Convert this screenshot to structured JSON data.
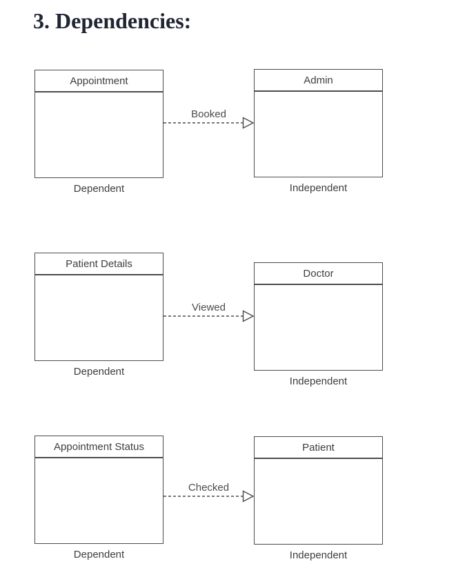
{
  "page": {
    "title": "3. Dependencies:"
  },
  "diagram": {
    "rows": [
      {
        "left": {
          "title": "Appointment",
          "role": "Dependent"
        },
        "arrow": {
          "label": "Booked",
          "style": "dashed-open-triangle",
          "direction": "left-to-right"
        },
        "right": {
          "title": "Admin",
          "role": "Independent"
        }
      },
      {
        "left": {
          "title": "Patient Details",
          "role": "Dependent"
        },
        "arrow": {
          "label": "Viewed",
          "style": "dashed-open-triangle",
          "direction": "left-to-right"
        },
        "right": {
          "title": "Doctor",
          "role": "Independent"
        }
      },
      {
        "left": {
          "title": "Appointment Status",
          "role": "Dependent"
        },
        "arrow": {
          "label": "Checked",
          "style": "dashed-open-triangle",
          "direction": "left-to-right"
        },
        "right": {
          "title": "Patient",
          "role": "Independent"
        }
      }
    ]
  },
  "colors": {
    "title_text": "#1f2533",
    "box_border": "#4a4a4a",
    "box_text": "#3d3d3d",
    "arrow_line": "#4a4a4a",
    "background": "#ffffff"
  }
}
